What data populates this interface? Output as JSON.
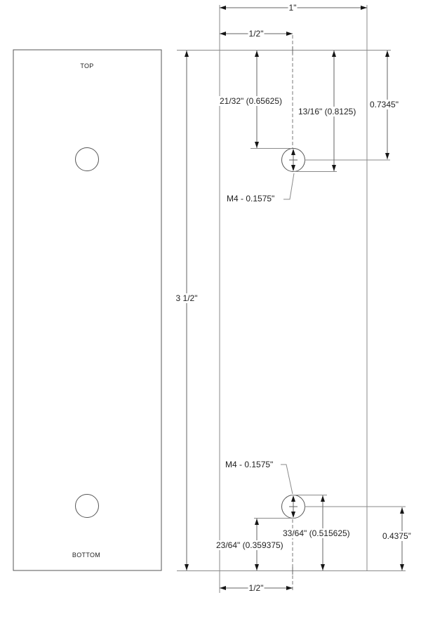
{
  "front_view": {
    "top_label": "TOP",
    "bottom_label": "BOTTOM"
  },
  "side_view": {
    "width_total": "1\"",
    "hole_offset_top": "1/2\"",
    "top_hole_top_edge_dim": "21/32\" (0.65625)",
    "top_hole_bottom_edge_dim": "13/16\" (0.8125)",
    "top_hole_center_dim": "0.7345\"",
    "top_hole_callout": "M4 - 0.1575\"",
    "height_total": "3 1/2\"",
    "bottom_hole_callout": "M4 - 0.1575\"",
    "bottom_hole_top_edge_dim": "33/64\" (0.515625)",
    "bottom_hole_bottom_edge_dim": "23/64\" (0.359375)",
    "bottom_hole_center_dim": "0.4375”",
    "hole_offset_bottom": "1/2\""
  }
}
